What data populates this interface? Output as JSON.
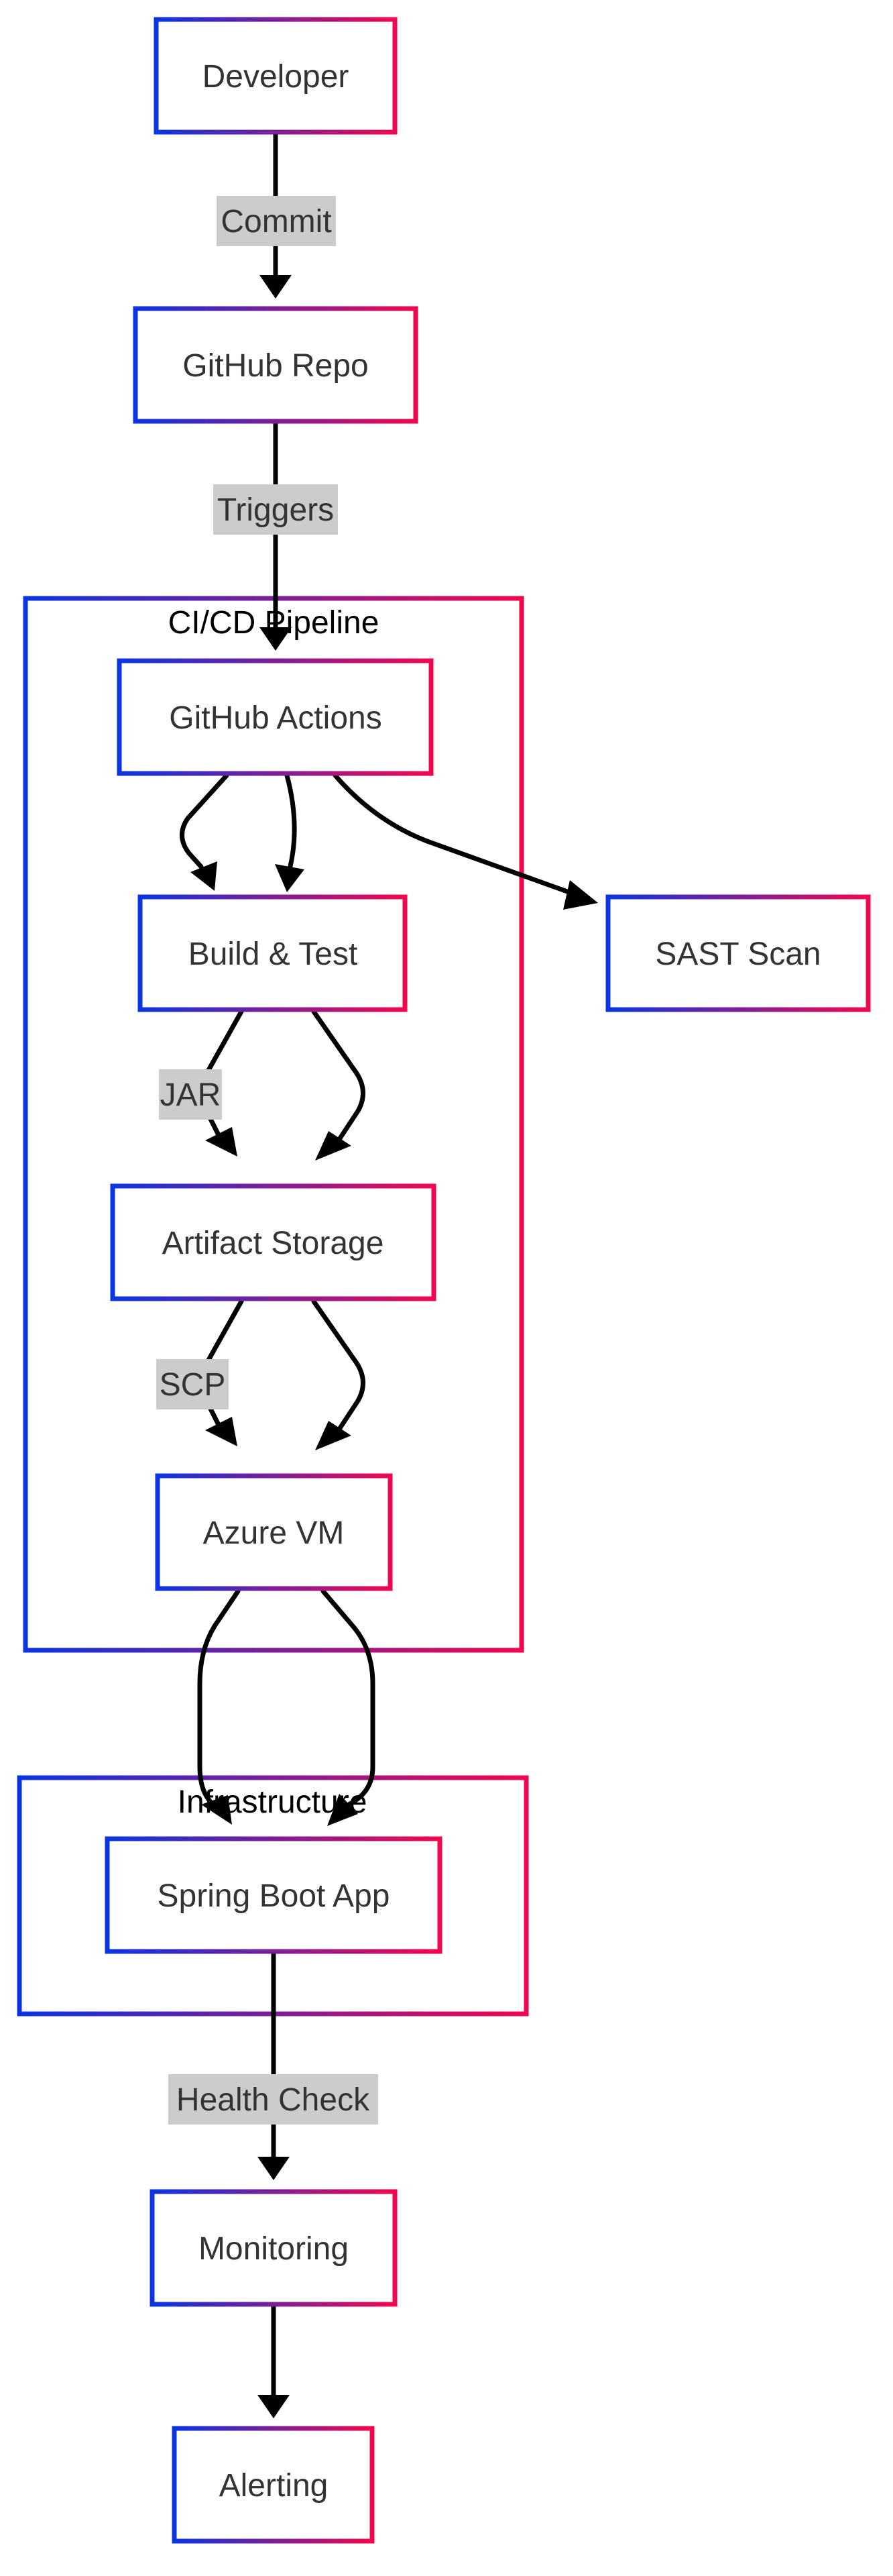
{
  "diagram": {
    "gradient": {
      "start": "#0b35e0",
      "end": "#f0084f"
    },
    "clusters": {
      "cicd": "CI/CD Pipeline",
      "infrastructure": "Infrastructure"
    },
    "nodes": {
      "developer": "Developer",
      "github_repo": "GitHub Repo",
      "github_actions": "GitHub Actions",
      "build_test": "Build & Test",
      "sast_scan": "SAST Scan",
      "artifact_storage": "Artifact Storage",
      "azure_vm": "Azure VM",
      "spring_boot_app": "Spring Boot App",
      "monitoring": "Monitoring",
      "alerting": "Alerting"
    },
    "edge_labels": {
      "commit": "Commit",
      "triggers": "Triggers",
      "jar": "JAR",
      "scp": "SCP",
      "health_check": "Health Check"
    }
  }
}
